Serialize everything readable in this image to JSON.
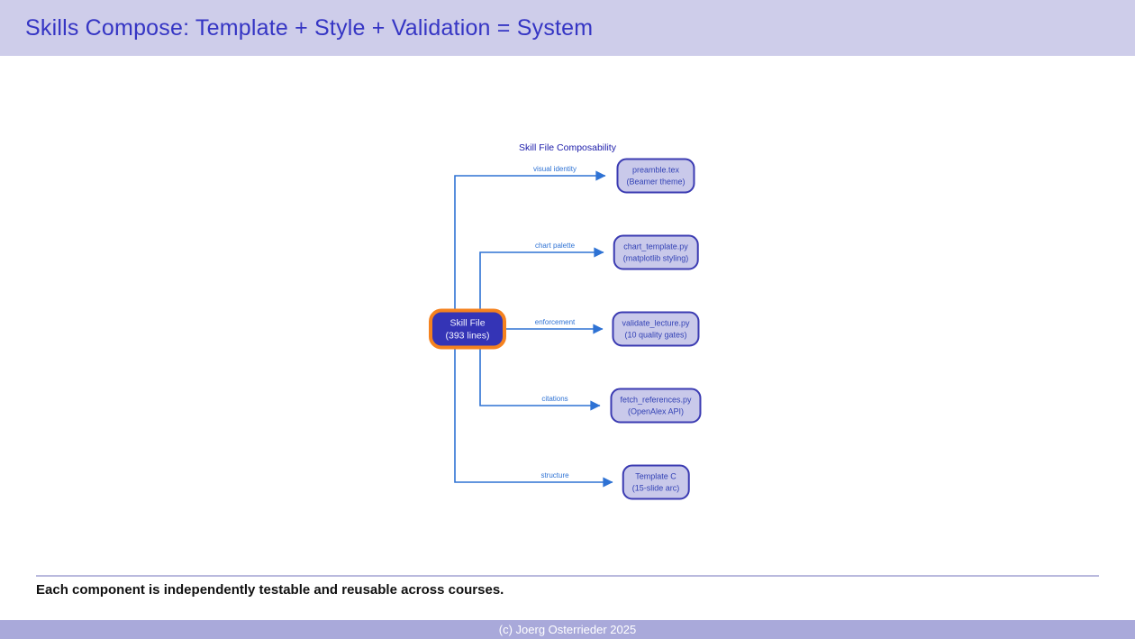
{
  "header": {
    "title": "Skills Compose: Template + Style + Validation = System"
  },
  "diagram": {
    "title": "Skill File Composability",
    "center_node": {
      "line1": "Skill File",
      "line2": "(393 lines)"
    },
    "targets": [
      {
        "line1": "preamble.tex",
        "line2": "(Beamer theme)",
        "edge_label": "visual identity"
      },
      {
        "line1": "chart_template.py",
        "line2": "(matplotlib styling)",
        "edge_label": "chart palette"
      },
      {
        "line1": "validate_lecture.py",
        "line2": "(10 quality gates)",
        "edge_label": "enforcement"
      },
      {
        "line1": "fetch_references.py",
        "line2": "(OpenAlex API)",
        "edge_label": "citations"
      },
      {
        "line1": "Template C",
        "line2": "(15-slide arc)",
        "edge_label": "structure"
      }
    ]
  },
  "footer_note": "Each component is independently testable and reusable across courses.",
  "footer": {
    "copyright": "(c) Joerg Osterrieder 2025"
  },
  "colors": {
    "header_bg": "#cecdea",
    "title_text": "#3535c4",
    "diagram_title": "#1c1caa",
    "node_fill": "#3434b6",
    "node_border": "#f5821f",
    "node_text": "#f2f2ff",
    "box_fill": "#c9c9ea",
    "box_border": "#3b3bb2",
    "box_text": "#3342b5",
    "edge": "#2e72d4",
    "rule": "#babade",
    "footer_bg": "#a9a9da",
    "footer_text": "#ffffff",
    "note_text": "#111111"
  }
}
